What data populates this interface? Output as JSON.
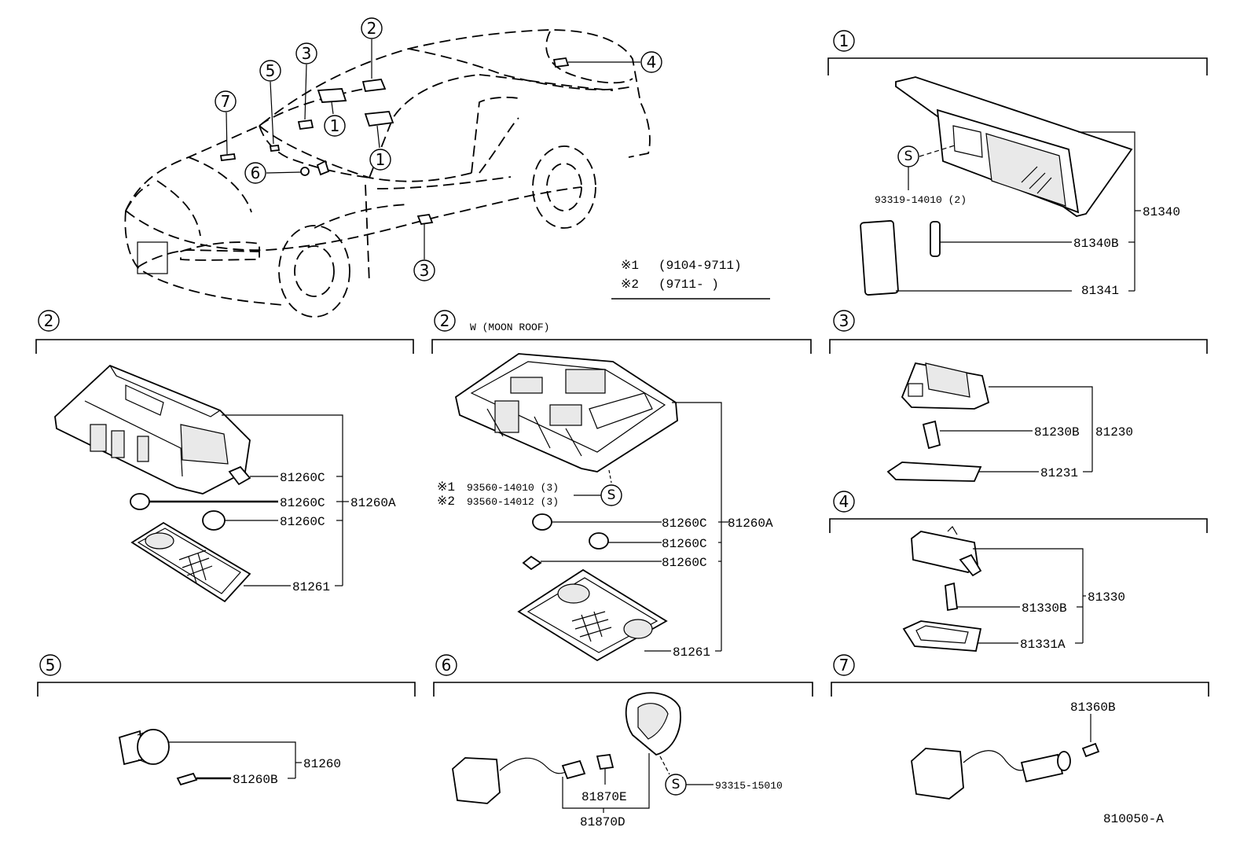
{
  "markers": {
    "m1": "1",
    "m2": "2",
    "m3": "3",
    "m4": "4",
    "m5": "5",
    "m6": "6",
    "m7": "7",
    "screw": "S"
  },
  "legend": {
    "row1_mark": "※1",
    "row1_text": "(9104-9711)",
    "row2_mark": "※2",
    "row2_text": "(9711-      )"
  },
  "panels": {
    "p1": {
      "screw_part": "93319-14010 (2)",
      "assembly": "81340",
      "bulb": "81340B",
      "lens": "81341"
    },
    "p2": {
      "bulb_a": "81260C",
      "bulb_b": "81260C",
      "bulb_c": "81260C",
      "assembly": "81260A",
      "lens": "81261"
    },
    "p2b": {
      "subtitle": "W (MOON ROOF)",
      "screw1_mark": "※1",
      "screw1_part": "93560-14010 (3)",
      "screw2_mark": "※2",
      "screw2_part": "93560-14012 (3)",
      "bulb_a": "81260C",
      "bulb_b": "81260C",
      "bulb_c": "81260C",
      "assembly": "81260A",
      "lens": "81261"
    },
    "p3": {
      "bulb": "81230B",
      "assembly": "81230",
      "lens": "81231"
    },
    "p4": {
      "assembly": "81330",
      "bulb": "81330B",
      "lens": "81331A"
    },
    "p5": {
      "assembly": "81260",
      "bulb": "81260B"
    },
    "p6": {
      "screw_part": "93315-15010",
      "bulb": "81870E",
      "assembly": "81870D"
    },
    "p7": {
      "bulb": "81360B"
    }
  },
  "figure_code": "810050-A"
}
